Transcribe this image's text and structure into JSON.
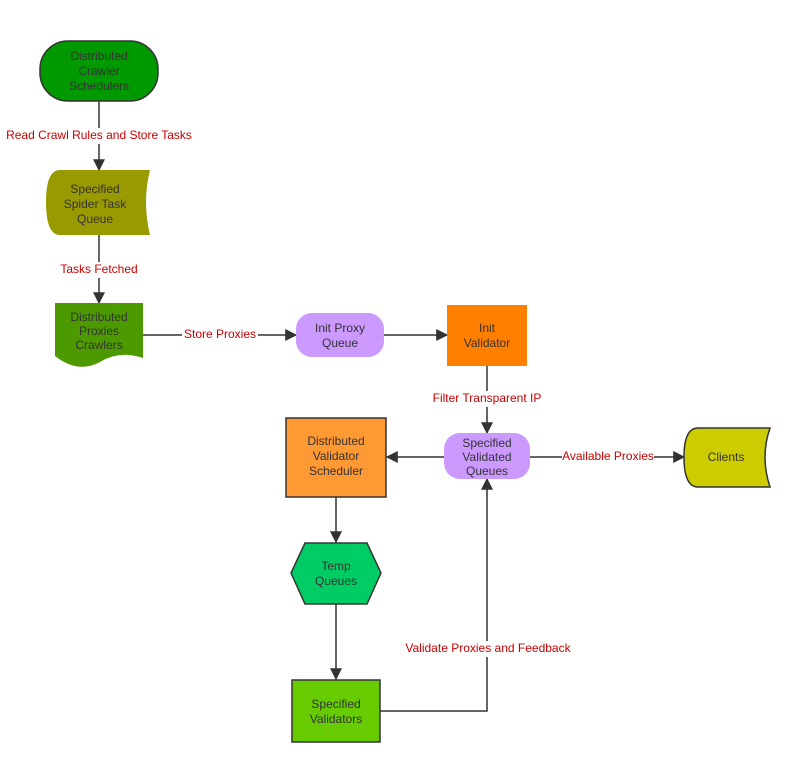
{
  "nodes": {
    "distributed_crawler_schedulers": {
      "lines": [
        "Distributed",
        "Crawler",
        "Schedulers"
      ],
      "color": "#009900"
    },
    "specified_spider_task_queue": {
      "lines": [
        "Specified",
        "Spider Task",
        "Queue"
      ],
      "color": "#999900"
    },
    "distributed_proxies_crawlers": {
      "lines": [
        "Distributed",
        "Proxies",
        "Crawlers"
      ],
      "color": "#4C9900"
    },
    "init_proxy_queue": {
      "lines": [
        "Init Proxy",
        "Queue"
      ],
      "color": "#CC99FF"
    },
    "init_validator": {
      "lines": [
        "Init",
        "Validator"
      ],
      "color": "#FF8000"
    },
    "specified_validated_queues": {
      "lines": [
        "Specified",
        "Validated",
        "Queues"
      ],
      "color": "#CC99FF"
    },
    "clients": {
      "lines": [
        "Clients"
      ],
      "color": "#CCCC00"
    },
    "distributed_validator_scheduler": {
      "lines": [
        "Distributed",
        "Validator",
        "Scheduler"
      ],
      "color": "#FF9933"
    },
    "temp_queues": {
      "lines": [
        "Temp",
        "Queues"
      ],
      "color": "#00CC66"
    },
    "specified_validators": {
      "lines": [
        "Specified",
        "Validators"
      ],
      "color": "#66CC00"
    }
  },
  "edges": {
    "read_crawl_rules": "Read Crawl Rules and Store Tasks",
    "tasks_fetched": "Tasks Fetched",
    "store_proxies": "Store Proxies",
    "filter_transparent_ip": "Filter Transparent IP",
    "available_proxies": "Available Proxies",
    "validate_proxies_feedback": "Validate Proxies and Feedback"
  }
}
